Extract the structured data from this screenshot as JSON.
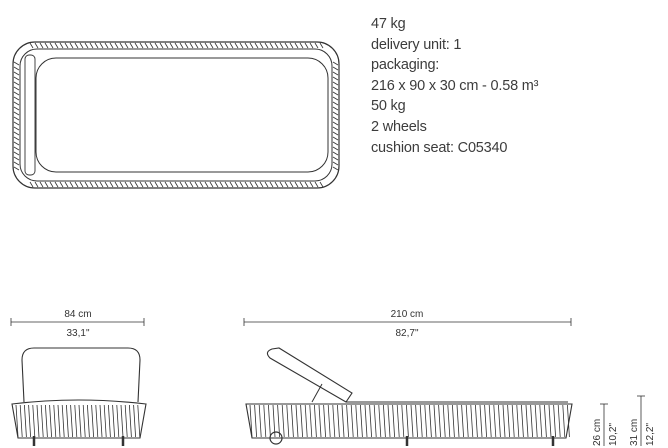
{
  "specs": [
    "47 kg",
    "delivery unit: 1",
    "packaging:",
    "216 x 90 x 30 cm - 0.58 m³",
    "50 kg",
    "2 wheels",
    "cushion seat: C05340"
  ],
  "dimensions": {
    "front_width_cm": "84 cm",
    "front_width_in": "33,1\"",
    "side_length_cm": "210 cm",
    "side_length_in": "82,7\"",
    "seat_height_cm": "26 cm",
    "seat_height_in": "10,2\"",
    "total_height_cm": "31 cm",
    "total_height_in": "12,2\""
  },
  "colors": {
    "line": "#333333",
    "text": "#3c3c3c"
  }
}
